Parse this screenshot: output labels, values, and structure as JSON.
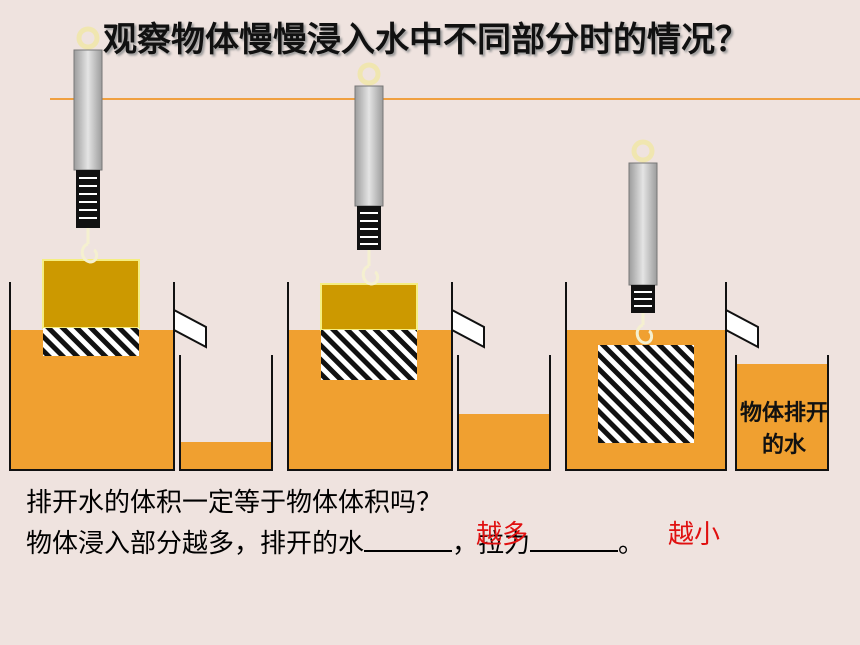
{
  "title": "观察物体慢慢浸入水中不同部分时的情况？",
  "question": "排开水的体积一定等于物体体积吗？",
  "sentence": {
    "part1": "物体浸入部分越多，排开的水",
    "part2": "，拉力",
    "part3": "。"
  },
  "answers": {
    "displaced": "越多",
    "force": "越小"
  },
  "overflow_label": "物体排开的水",
  "colors": {
    "water": "#f0a030",
    "block": "#cc9900",
    "answer": "#e01010",
    "line": "#f0a040"
  }
}
